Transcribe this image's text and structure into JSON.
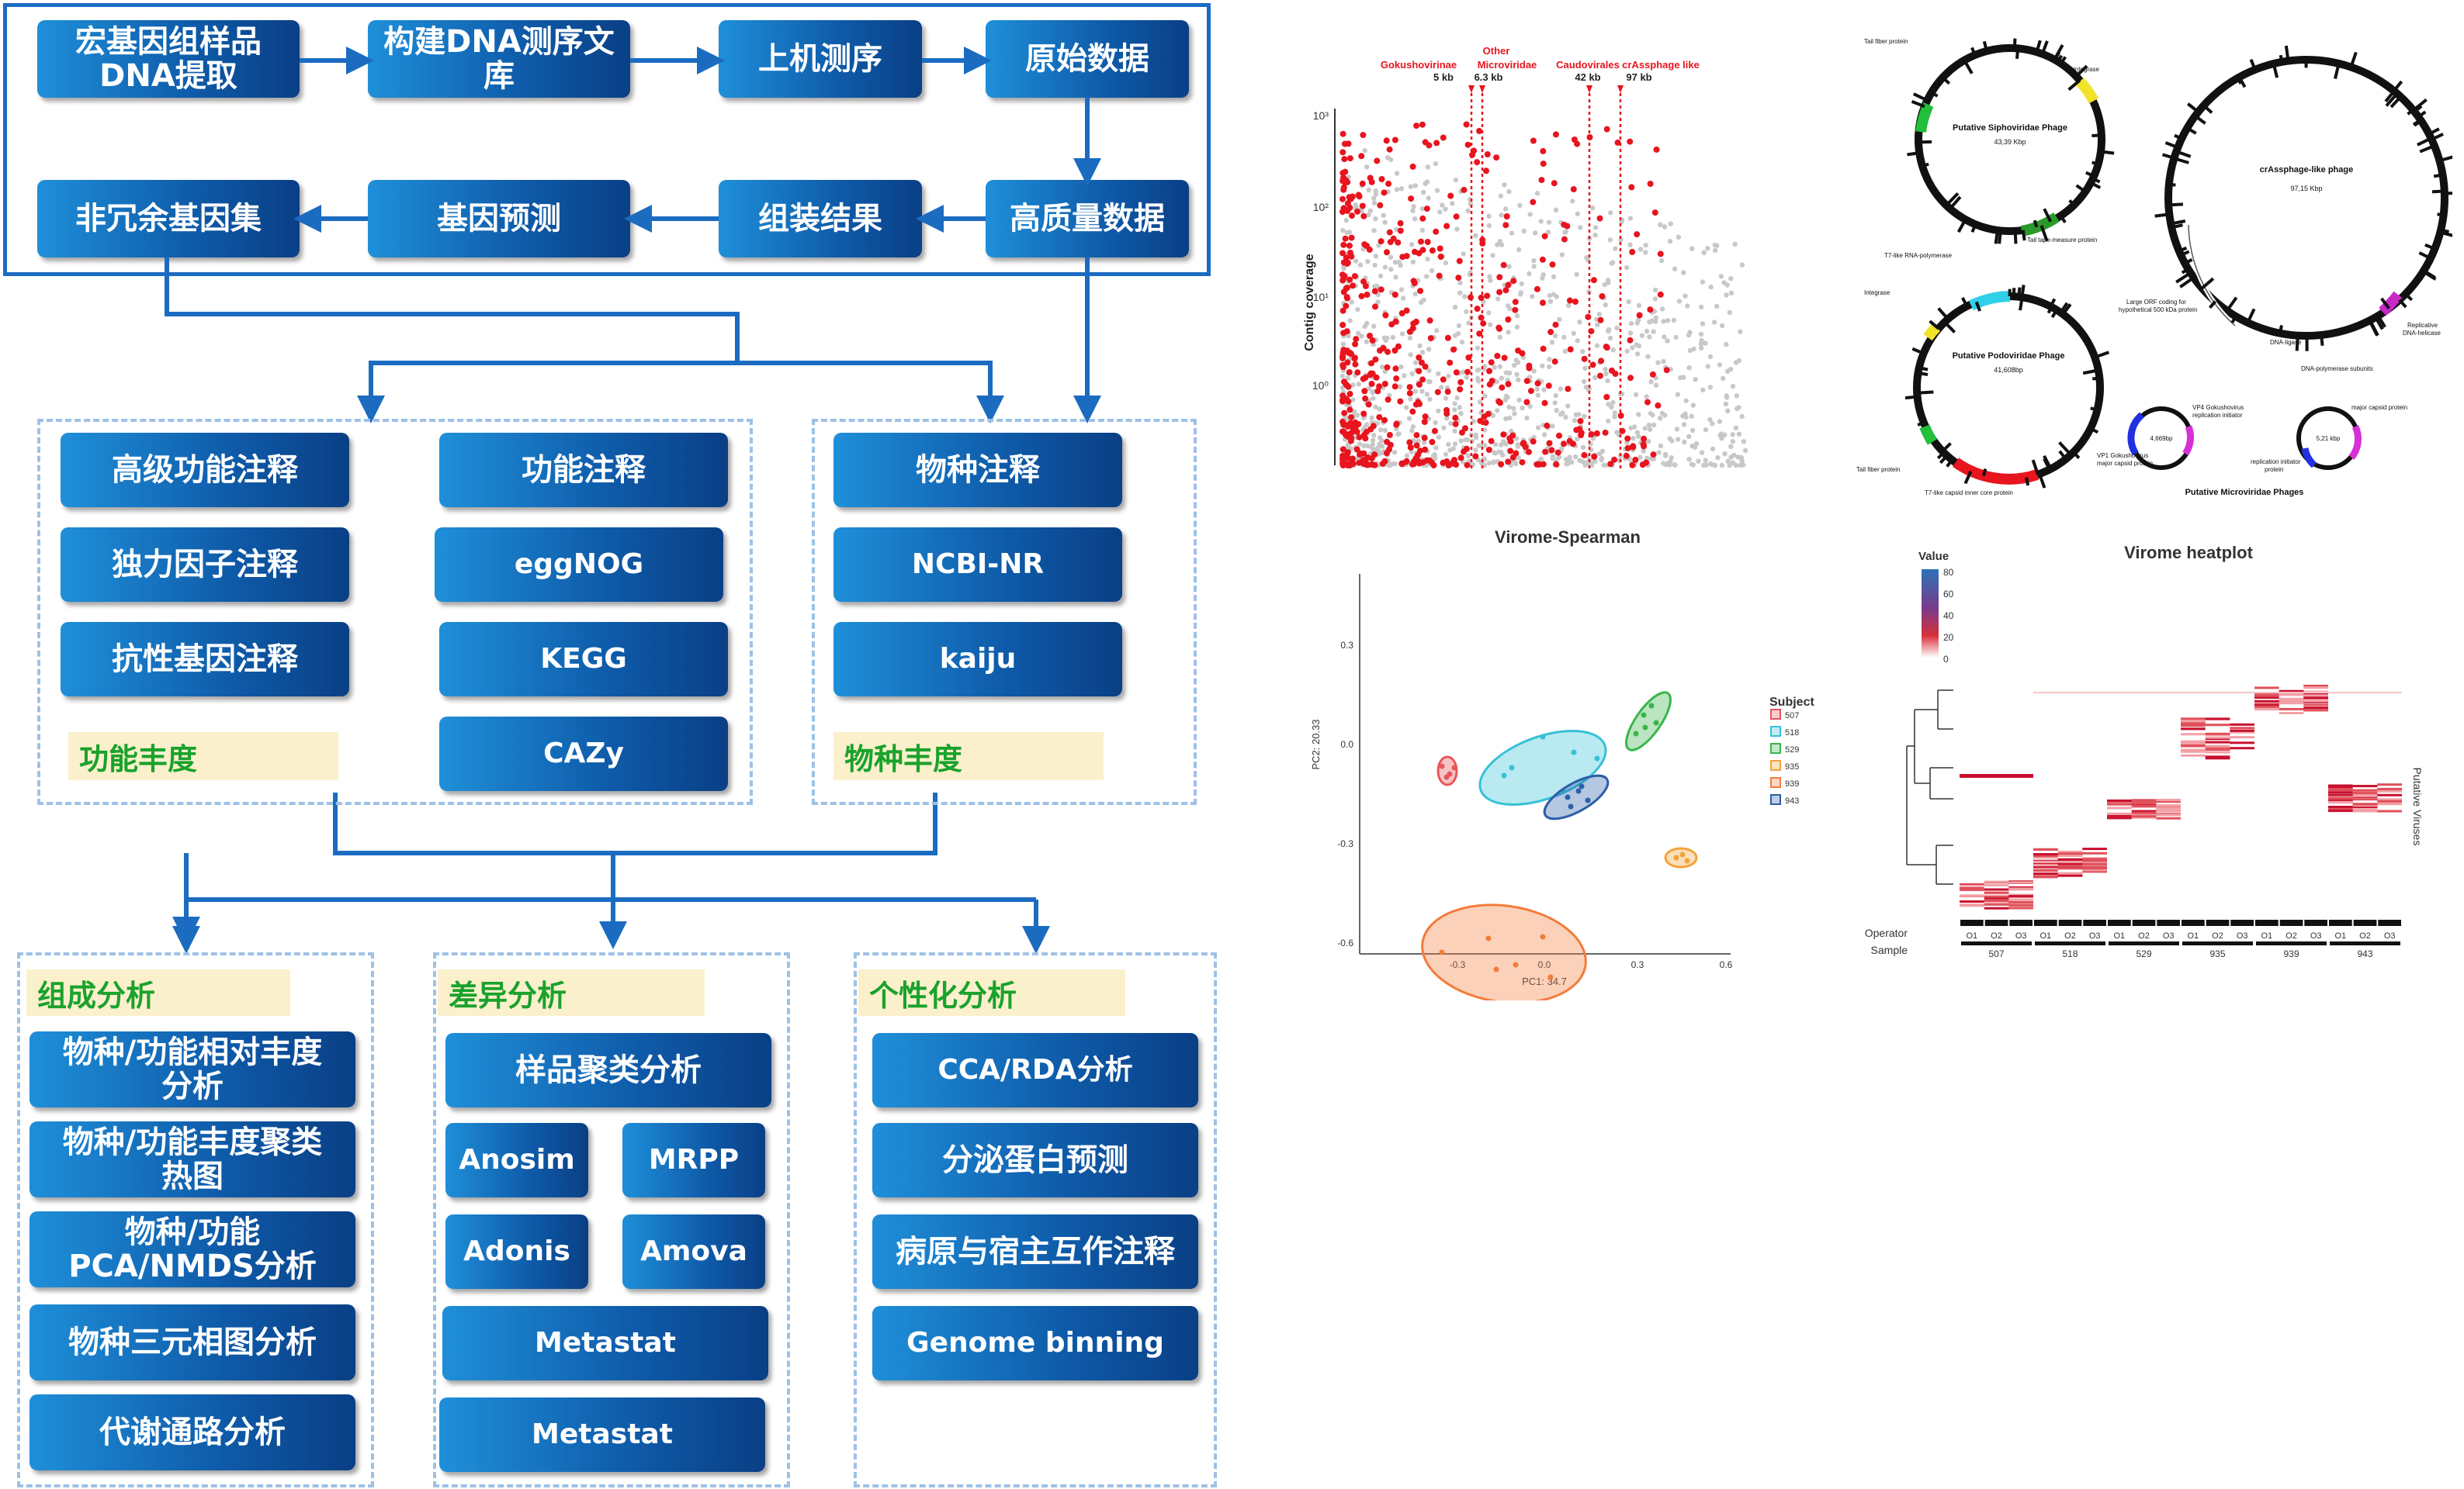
{
  "pipeline": {
    "extract": "宏基因组样品\nDNA提取",
    "library": "构建DNA测序文\n库",
    "sequencing": "上机测序",
    "raw": "原始数据",
    "clean": "高质量数据",
    "assembly": "组装结果",
    "prediction": "基因预测",
    "nonredundant": "非冗余基因集"
  },
  "function_annotation": {
    "label": "功能丰度",
    "left": [
      "高级功能注释",
      "独力因子注释",
      "抗性基因注释"
    ],
    "right": [
      "功能注释",
      "eggNOG",
      "KEGG",
      "CAZy"
    ]
  },
  "species_annotation": {
    "label": "物种丰度",
    "items": [
      "物种注释",
      "NCBI-NR",
      "kaiju"
    ]
  },
  "composition": {
    "label": "组成分析",
    "items": [
      "物种/功能相对丰度\n分析",
      "物种/功能丰度聚类\n热图",
      "物种/功能\nPCA/NMDS分析",
      "物种三元相图分析",
      "代谢通路分析"
    ]
  },
  "difference": {
    "label": "差异分析",
    "clustering": "样品聚类分析",
    "anosim": "Anosim",
    "mrpp": "MRPP",
    "adonis": "Adonis",
    "amova": "Amova",
    "metastat1": "Metastat",
    "metastat2": "Metastat"
  },
  "personal": {
    "label": "个性化分析",
    "items": [
      "CCA/RDA分析",
      "分泌蛋白预测",
      "病原与宿主互作注释",
      "Genome binning"
    ]
  },
  "scatter_panel": {
    "ylabel": "Contig coverage",
    "yticks": [
      "10⁰",
      "10¹",
      "10²",
      "10³"
    ],
    "markers": [
      {
        "name": "Gokushovirinae",
        "size": "5 kb"
      },
      {
        "name": "Other\nMicroviridae",
        "size": "6.3 kb"
      },
      {
        "name": "Caudovirales",
        "size": "42 kb"
      },
      {
        "name": "crAssphage like",
        "size": "97 kb"
      }
    ],
    "colors": {
      "highlight": "#e8141e",
      "background": "#c8c8c8"
    }
  },
  "genome_panel": {
    "sipho": "Putative Siphoviridae Phage",
    "sipho_size": "43,39 Kbp",
    "podo": "Putative Podoviridae Phage",
    "podo_size": "41,608bp",
    "crass": "crAssphage-like phage",
    "crass_size": "97,15 Kbp",
    "micro": "Putative Microviridae Phages",
    "micro_size1": "4,669bp",
    "micro_size2": "5,21 kbp",
    "labels": [
      "Tail fiber protein",
      "integrase",
      "Tail tape-measure protein",
      "T7-like RNA-polymerase",
      "Integrase",
      "Tail fiber protein",
      "T7-like capsid inner core protein",
      "Large ORF coding for\nhypothetical 500 kDa protein",
      "DNA-ligase",
      "Replicative\nDNA-helicase",
      "DNA-polymerase subunits",
      "VP4 Gokushovirus\nreplication initiator",
      "VP1 Gokushovirus\nmajor capsid protein",
      "major capsid protein",
      "replication initiator\nprotein"
    ]
  },
  "pca_panel": {
    "title": "Virome-Spearman",
    "xlabel": "PC1: 34.7",
    "ylabel": "PC2: 20.33",
    "xticks": [
      "-0.3",
      "0.0",
      "0.3",
      "0.6"
    ],
    "yticks": [
      "0.3",
      "0.0",
      "-0.3",
      "-0.6"
    ],
    "legend_title": "Subject",
    "subjects": [
      {
        "id": "507",
        "color": "#e8565a"
      },
      {
        "id": "518",
        "color": "#36c1d6"
      },
      {
        "id": "529",
        "color": "#39b54a"
      },
      {
        "id": "935",
        "color": "#f2a33a"
      },
      {
        "id": "939",
        "color": "#f47b3a"
      },
      {
        "id": "943",
        "color": "#2c5ea8"
      }
    ]
  },
  "heat_panel": {
    "title": "Virome heatplot",
    "value_label": "Value",
    "value_ticks": [
      "80",
      "60",
      "40",
      "20",
      "0"
    ],
    "right_label": "Putative Viruses",
    "operator_label": "Operator",
    "sample_label": "Sample",
    "operators": [
      "O1",
      "O2",
      "O3"
    ],
    "samples": [
      "507",
      "518",
      "529",
      "935",
      "939",
      "943"
    ]
  }
}
